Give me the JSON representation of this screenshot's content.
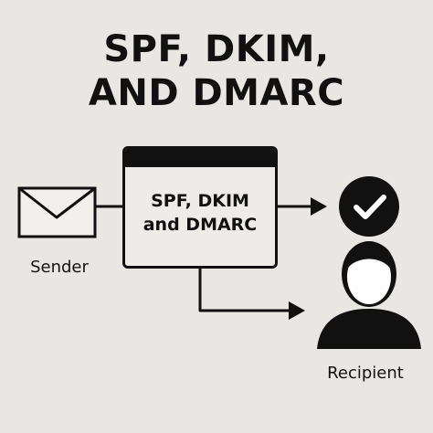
{
  "title": {
    "line1": "SPF, DKIM,",
    "line2": "AND DMARC"
  },
  "process_box": {
    "line1": "SPF, DKIM",
    "line2": "and DMARC"
  },
  "sender": {
    "label": "Sender",
    "icon": "envelope-icon"
  },
  "recipient": {
    "label": "Recipient",
    "icon": "person-icon"
  },
  "verified": {
    "icon": "check-circle-icon"
  },
  "colors": {
    "background": "#e9e7e3",
    "ink": "#111111"
  }
}
